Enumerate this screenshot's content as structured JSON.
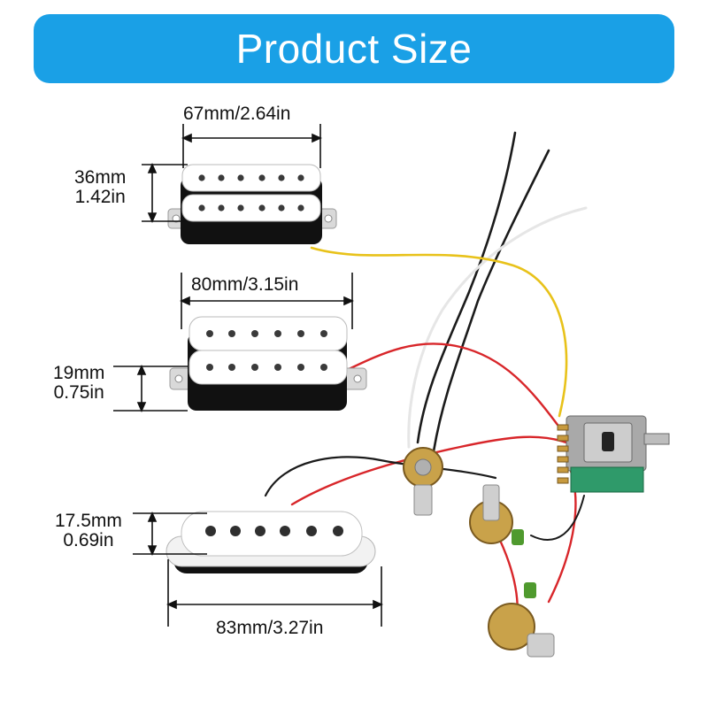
{
  "header": {
    "title": "Product Size"
  },
  "colors": {
    "banner": "#1aa0e6",
    "wire_yellow": "#e8c21a",
    "wire_red": "#d8262a",
    "wire_black": "#1b1b1b",
    "wire_white": "#f4f4f4"
  },
  "dimensions": {
    "humbucker_small": {
      "width": "67mm/2.64in",
      "height_mm": "36mm",
      "height_in": "1.42in"
    },
    "humbucker_large": {
      "width": "80mm/3.15in",
      "height_mm": "19mm",
      "height_in": "0.75in"
    },
    "single_coil": {
      "width": "83mm/3.27in",
      "height_mm": "17.5mm",
      "height_in": "0.69in"
    }
  },
  "components": [
    "humbucker-pickup",
    "humbucker-pickup",
    "single-coil-pickup",
    "potentiometer",
    "potentiometer",
    "potentiometer",
    "5-way-switch"
  ]
}
